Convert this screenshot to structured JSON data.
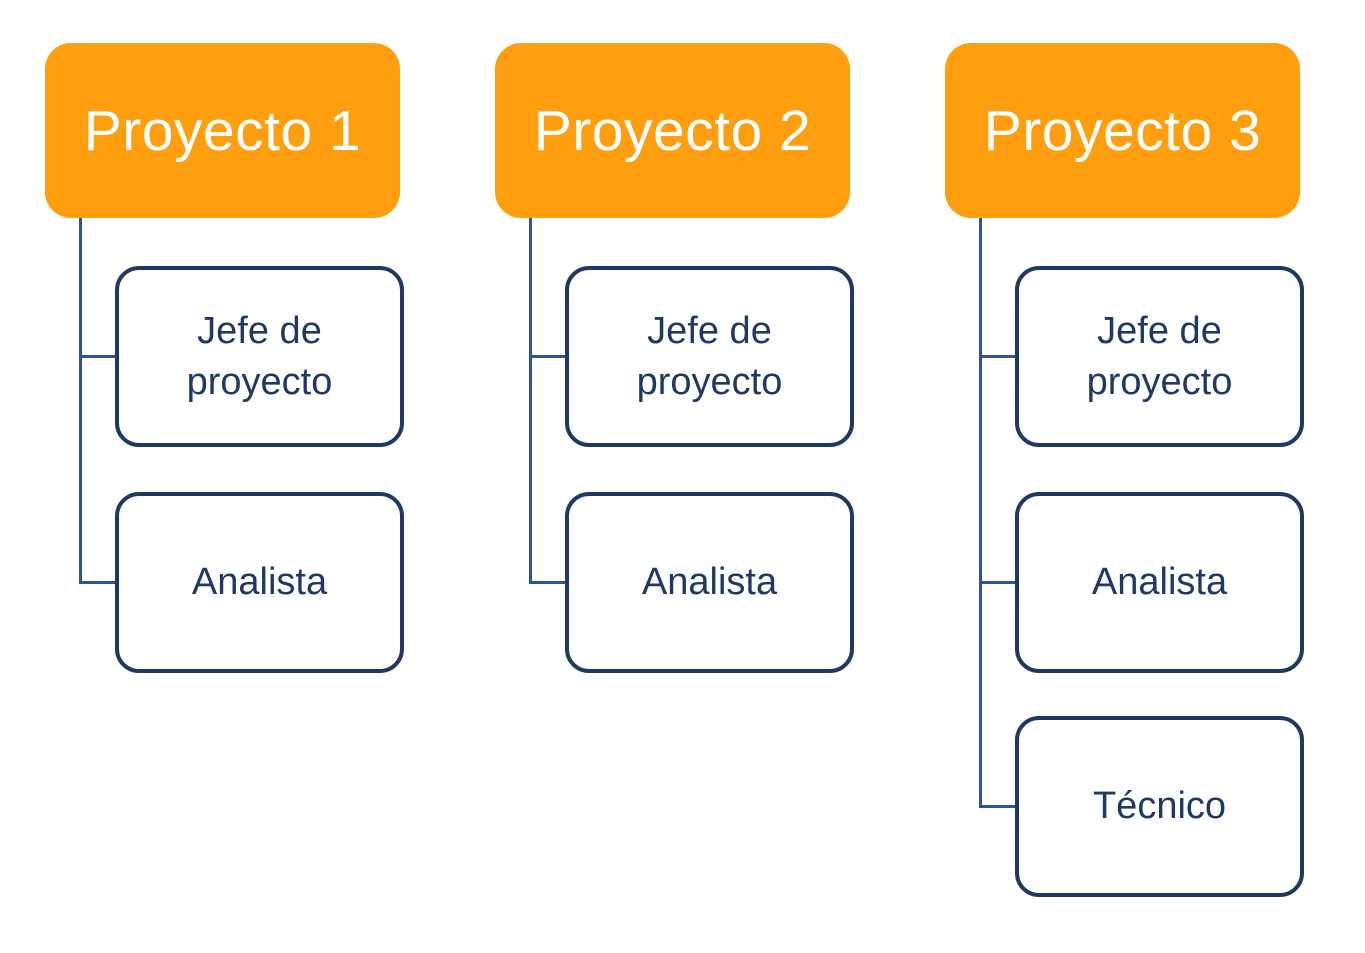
{
  "diagram": {
    "type": "org-chart",
    "columns": [
      {
        "title": "Proyecto 1",
        "roles": [
          "Jefe de proyecto",
          "Analista"
        ]
      },
      {
        "title": "Proyecto 2",
        "roles": [
          "Jefe de proyecto",
          "Analista"
        ]
      },
      {
        "title": "Proyecto 3",
        "roles": [
          "Jefe de proyecto",
          "Analista",
          "Técnico"
        ]
      }
    ],
    "colors": {
      "header_fill": "#FF9E0F",
      "header_text": "#FFFFFF",
      "node_border": "#1F3864",
      "node_text": "#1F3864",
      "connector": "#2F5496",
      "background": "#FFFFFF"
    }
  }
}
